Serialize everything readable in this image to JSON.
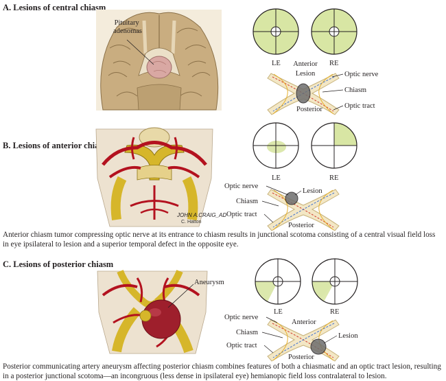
{
  "sections": {
    "a": {
      "title": "A. Lesions of central chiasm",
      "brain_label": "Pituitary adenomas",
      "field_labels": {
        "le": "LE",
        "re": "RE"
      },
      "chiasm_labels": {
        "anterior": "Anterior",
        "lesion": "Lesion",
        "optic_nerve": "Optic nerve",
        "chiasm": "Chiasm",
        "posterior": "Posterior",
        "optic_tract": "Optic tract"
      }
    },
    "b": {
      "title": "B. Lesions of anterior chiasm",
      "field_labels": {
        "le": "LE",
        "re": "RE"
      },
      "chiasm_labels": {
        "optic_nerve": "Optic nerve",
        "lesion": "Lesion",
        "chiasm": "Chiasm",
        "optic_tract": "Optic tract",
        "posterior": "Posterior"
      },
      "signature": "JOHN A.CRAIG_AD",
      "signature2": "C. Hatton",
      "caption": "Anterior chiasm tumor compressing optic nerve at its entrance to chiasm results in junctional scotoma consisting of a central visual field loss in eye ipsilateral to lesion and a superior temporal defect in the opposite eye."
    },
    "c": {
      "title": "C. Lesions of posterior chiasm",
      "anatomy_label": "Aneurysm",
      "field_labels": {
        "le": "LE",
        "re": "RE"
      },
      "chiasm_labels": {
        "optic_nerve": "Optic nerve",
        "anterior": "Anterior",
        "chiasm": "Chiasm",
        "lesion": "Lesion",
        "optic_tract": "Optic tract",
        "posterior": "Posterior"
      },
      "caption": "Posterior communicating artery aneurysm affecting posterior chiasm combines features of both a chiasmatic and an optic tract lesion, resulting in a posterior junctional scotoma—an incongruous (less dense in ipsilateral eye) hemianopic field loss contralateral to lesion."
    }
  },
  "colors": {
    "field_loss": "#d8e6a4",
    "brain": "#c9ad80",
    "artery": "#b3121f",
    "nerve": "#d6b62a",
    "tumor": "#d9a8a3",
    "aneurysm": "#9e1f2c"
  }
}
